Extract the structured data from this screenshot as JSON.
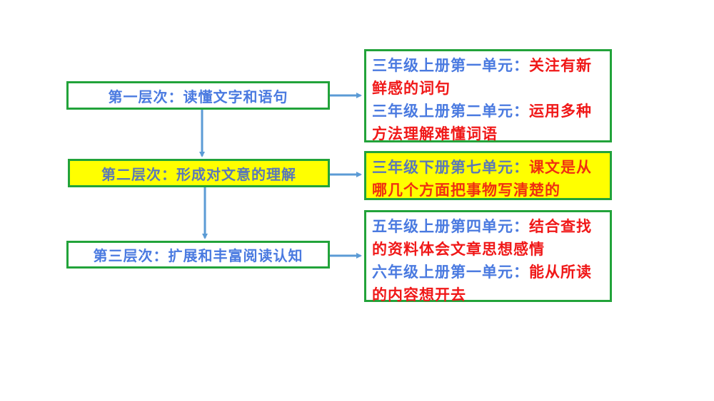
{
  "diagram": {
    "levels": [
      {
        "label": "第一层次：读懂文字和语句",
        "highlight": false
      },
      {
        "label": "第二层次：形成对文意的理解",
        "highlight": true
      },
      {
        "label": "第三层次：扩展和丰富阅读认知",
        "highlight": false
      }
    ],
    "units": [
      {
        "highlight": false,
        "entries": [
          {
            "unit": "三年级上册第一单元：",
            "topic": "关注有新鲜感的词句"
          },
          {
            "unit": "三年级上册第二单元：",
            "topic": "运用多种方法理解难懂词语"
          }
        ]
      },
      {
        "highlight": true,
        "entries": [
          {
            "unit": "三年级下册第七单元：",
            "topic": "课文是从哪几个方面把事物写清楚的"
          }
        ]
      },
      {
        "highlight": false,
        "entries": [
          {
            "unit": "五年级上册第四单元：",
            "topic": "结合查找的资料体会文章思想感情"
          },
          {
            "unit": "六年级上册第一单元：",
            "topic": "能从所读的内容想开去"
          }
        ]
      }
    ],
    "colors": {
      "border": "#22a33a",
      "unit_text": "#4a7ae0",
      "topic_text": "#f01818",
      "highlight_bg": "#ffff00",
      "arrow": "#5b9bd5"
    }
  }
}
